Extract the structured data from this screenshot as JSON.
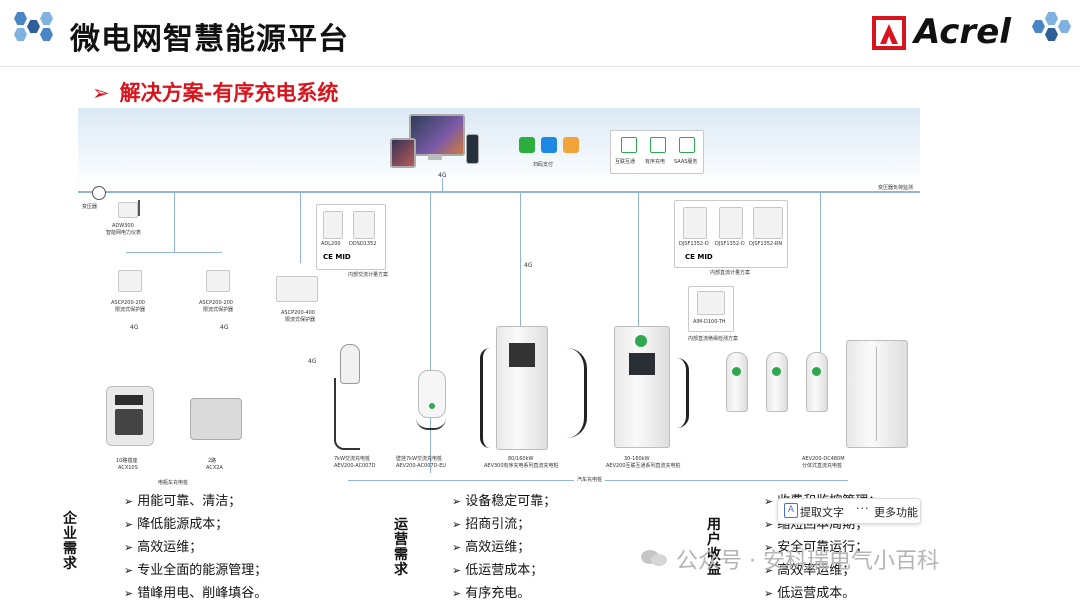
{
  "header": {
    "title": "微电网智慧能源平台",
    "brand": "Acrel",
    "brand_color": "#d9141d",
    "hex_colors": [
      "#4a86c5",
      "#7fb2de",
      "#2e5f98"
    ]
  },
  "subtitle": {
    "arrow": "➢",
    "text": "解决方案-有序充电系统"
  },
  "diagram": {
    "top_labels": {
      "pay": "扫码支付",
      "features": [
        "互联互通",
        "有序充电",
        "SAAS服务"
      ],
      "net": "4G",
      "meter_top": "变压器负荷监测"
    },
    "left_chain": {
      "transformer": "变压器",
      "meter": "ADW300",
      "meter_desc": "智能网电力仪表"
    },
    "protectors": [
      {
        "model": "ASCP200-200",
        "desc": "限流式保护器"
      },
      {
        "model": "ASCP200-200",
        "desc": "限流式保护器"
      },
      {
        "model": "ASCP200-400",
        "desc": "限流式保护器"
      }
    ],
    "pile_meters": {
      "models": [
        "ADL200",
        "DDSD1352"
      ],
      "cert": "CE MID",
      "caption": "内部交流计量方案"
    },
    "dc_meters": {
      "models": [
        "DJSF1352-D",
        "DJSF1352-D",
        "DJSF1352-RN"
      ],
      "cert": "CE MID",
      "caption": "内部直流计量方案"
    },
    "dc_insulation": {
      "model": "AIM-D100-TH",
      "caption": "内部直流绝缘检测方案"
    },
    "net_labels": [
      "4G",
      "4G",
      "4G",
      "4G"
    ],
    "devices": [
      {
        "name": "10路插座",
        "model": "ACX10S"
      },
      {
        "name": "2路",
        "model": "ACX2A"
      },
      {
        "name": "7kW交流充电桩",
        "model": "AEV200-AC007D"
      },
      {
        "name": "壁挂7kW交流充电桩",
        "model": "AEV200-AC007D-EU"
      },
      {
        "name": "80/160kW",
        "model": "AEV300有序充电系列直流充电桩"
      },
      {
        "name": "30-160kW",
        "model": "AEV200互联互通系列直流充电桩"
      },
      {
        "name": "AEV200-DC480M",
        "model": "分体式直流充电桩"
      }
    ],
    "bottom_caption_left": "电瓶车充电桩",
    "bottom_caption_right": "汽车充电桩"
  },
  "columns": [
    {
      "label": "企业需求",
      "items": [
        "用能可靠、清洁；",
        "降低能源成本；",
        "高效运维；",
        "专业全面的能源管理；",
        "错峰用电、削峰填谷。"
      ]
    },
    {
      "label": "运营需求",
      "items": [
        "设备稳定可靠；",
        "招商引流；",
        "高效运维；",
        "低运营成本；",
        "有序充电。"
      ]
    },
    {
      "label": "用户收益",
      "items": [
        "收费和监控管理；",
        "缩短回本周期；",
        "安全可靠运行；",
        "高效率运维；",
        "低运营成本。"
      ]
    }
  ],
  "popup": {
    "extract_label": "提取文字",
    "more_label": "更多功能"
  },
  "watermark": "公众号 · 安科瑞电气小百科"
}
